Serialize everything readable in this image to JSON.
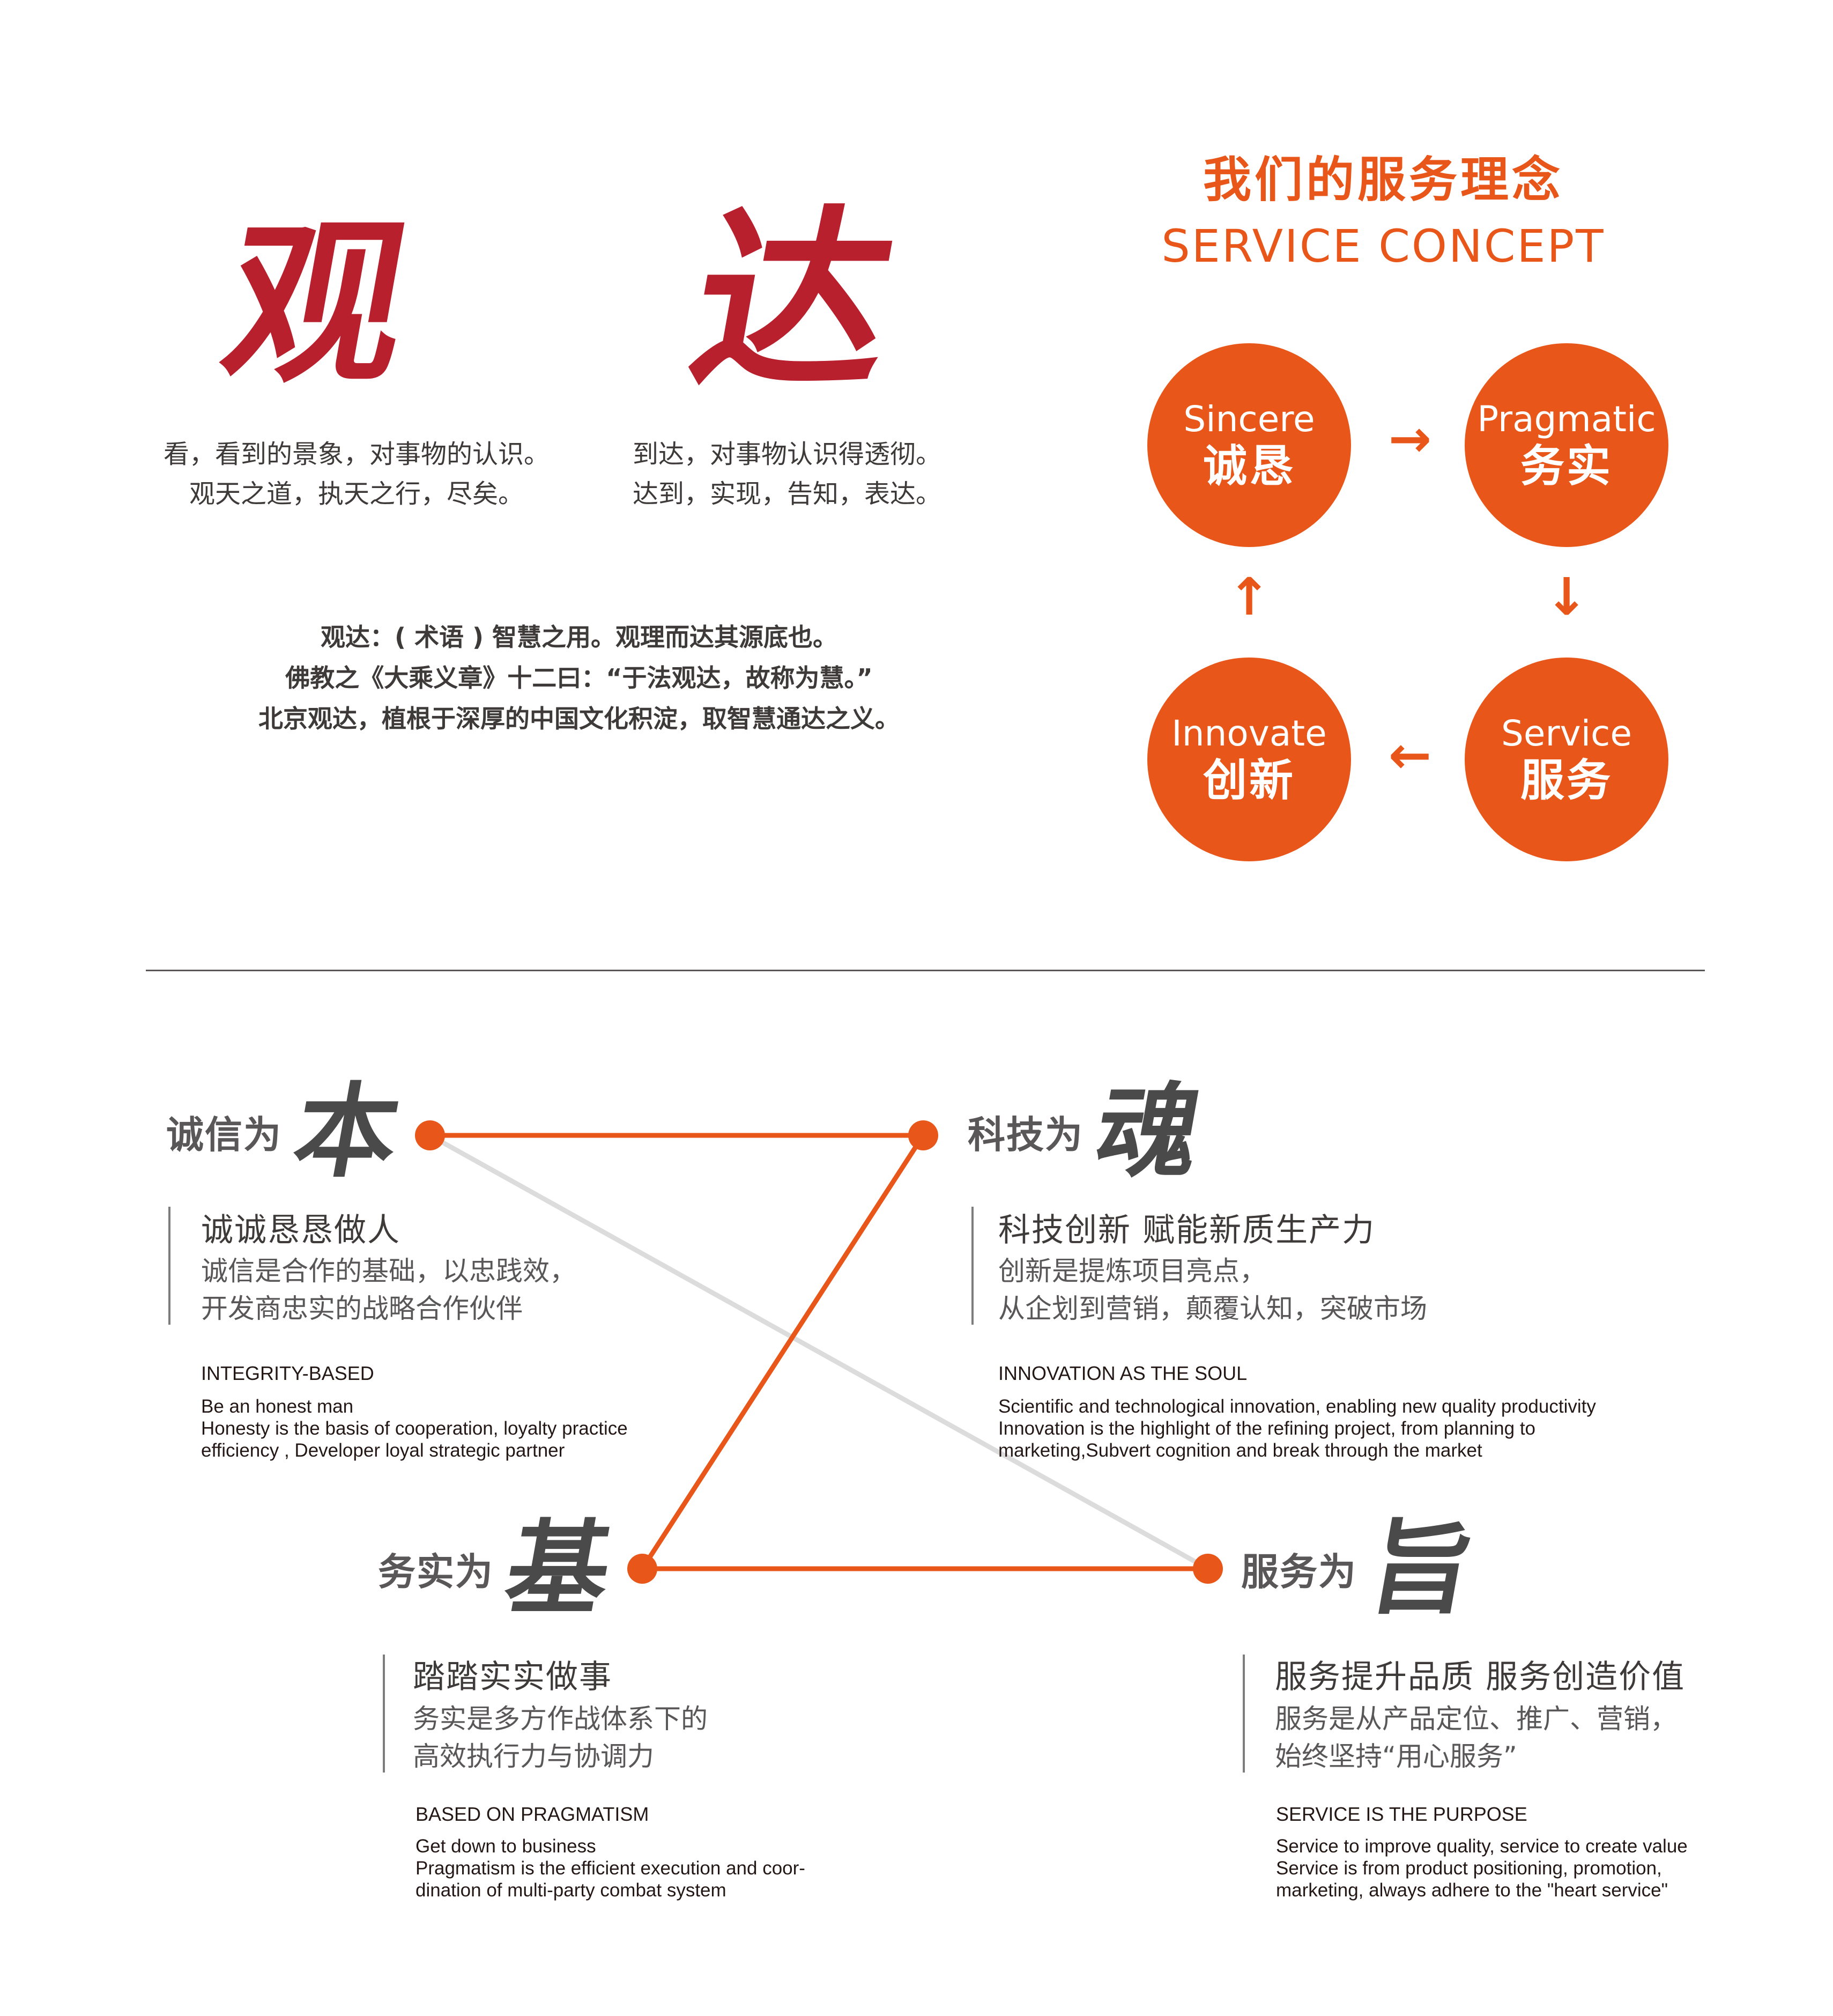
{
  "brand": {
    "char_guan": "观",
    "char_da": "达",
    "guan_desc": [
      "看，看到的景象，对事物的认识。",
      "观天之道，执天之行，尽矣。"
    ],
    "da_desc": [
      "到达，对事物认识得透彻。",
      "达到，实现，告知，表达。"
    ],
    "quote": [
      "观达：( 术语 ) 智慧之用。观理而达其源底也。",
      "佛教之《大乘义章》十二曰：“于法观达，故称为慧。”",
      "北京观达，植根于深厚的中国文化积淀，取智慧通达之义。"
    ],
    "callig_color": "#b8202d"
  },
  "service_concept": {
    "title": "我们的服务理念",
    "subtitle": "SERVICE CONCEPT",
    "accent": "#e8561a",
    "circles": [
      {
        "en": "Sincere",
        "cn": "诚恳"
      },
      {
        "en": "Pragmatic",
        "cn": "务实"
      },
      {
        "en": "Service",
        "cn": "服务"
      },
      {
        "en": "Innovate",
        "cn": "创新"
      }
    ],
    "arrows": {
      "right": "→",
      "down": "↓",
      "left": "←",
      "up": "↑"
    }
  },
  "values": [
    {
      "label": "诚信为",
      "big": "本",
      "title": "诚诚恳恳做人",
      "body": [
        "诚信是合作的基础，以忠践效，",
        "开发商忠实的战略合作伙伴"
      ],
      "en_title": "INTEGRITY-BASED",
      "en_body": [
        "Be an honest man",
        "Honesty is the basis of cooperation, loyalty practice",
        "efficiency , Developer loyal strategic partner"
      ]
    },
    {
      "label": "科技为",
      "big": "魂",
      "title": "科技创新  赋能新质生产力",
      "body": [
        "创新是提炼项目亮点，",
        "从企划到营销，颠覆认知，突破市场"
      ],
      "en_title": "INNOVATION AS THE SOUL",
      "en_body": [
        "Scientific and technological innovation, enabling new quality productivity",
        "Innovation is the highlight of the refining project, from planning to",
        "marketing,Subvert cognition and break through the market"
      ]
    },
    {
      "label": "务实为",
      "big": "基",
      "title": "踏踏实实做事",
      "body": [
        "务实是多方作战体系下的",
        "高效执行力与协调力"
      ],
      "en_title": "BASED ON PRAGMATISM",
      "en_body": [
        "Get down to business",
        "Pragmatism is the efficient execution and coor-",
        "dination of  multi-party combat system"
      ]
    },
    {
      "label": "服务为",
      "big": "旨",
      "title": "服务提升品质  服务创造价值",
      "body": [
        "服务是从产品定位、推广、营销，",
        "始终坚持“用心服务”"
      ],
      "en_title": "SERVICE IS THE PURPOSE",
      "en_body": [
        "Service to improve quality, service to create value",
        "Service is from product positioning, promotion,",
        "marketing, always adhere to the \"heart service\""
      ]
    }
  ]
}
